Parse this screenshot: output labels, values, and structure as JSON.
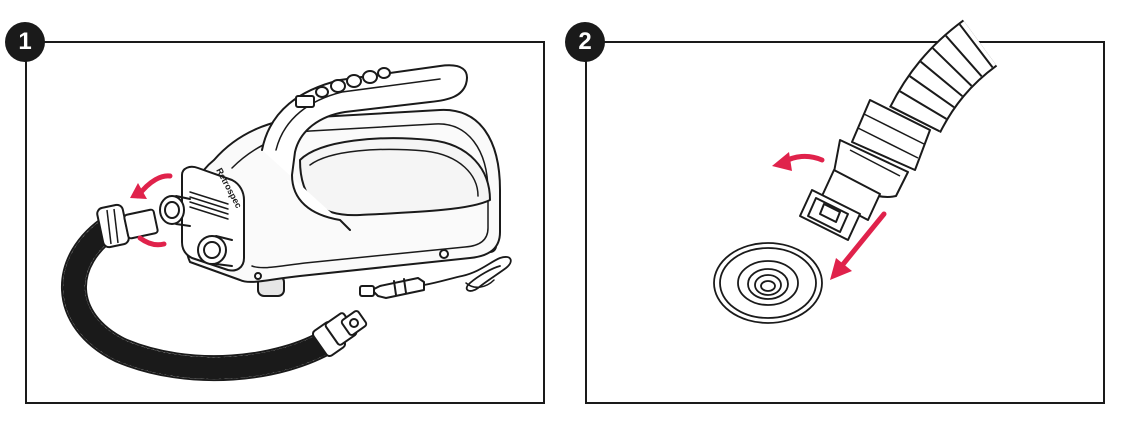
{
  "steps": [
    {
      "number": "1"
    },
    {
      "number": "2"
    }
  ],
  "brand": "Retrospec",
  "colors": {
    "line": "#1a1a1a",
    "accent": "#e0224b",
    "fill_light": "#f2f2f2"
  }
}
